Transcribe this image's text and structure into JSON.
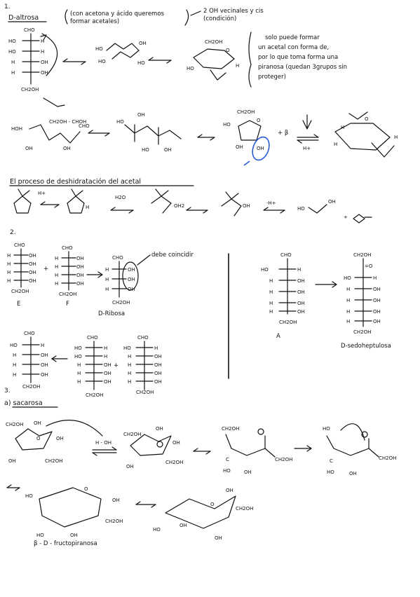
{
  "section1": {
    "number": "1.",
    "title": "D-altrosa",
    "reagent_note_line1": "(con acetona y ácido queremos",
    "reagent_note_line2": "formar acetales)",
    "condition_line1": "2 OH vecinales y cis",
    "condition_line2": "(condición)",
    "side_note": [
      "solo puede formar",
      "un acetal con forma de,",
      "por lo que toma forma una",
      "piranosa (quedan 3grupos sin",
      "proteger)"
    ],
    "fischer": {
      "top": "CHO",
      "rows": [
        [
          "HO",
          "H"
        ],
        [
          "HO",
          "H"
        ],
        [
          "H",
          "OH"
        ],
        [
          "H",
          "OH"
        ]
      ],
      "bottom": "CH2OH"
    },
    "ring_sub": {
      "ch2oh": "CH2OH",
      "ho": "HO",
      "oh": "OH",
      "o": "O",
      "h": "H"
    }
  },
  "section1b": {
    "chain_labels": {
      "hom": "HOH",
      "ch2oh_choh": "CH2OH - CHOH",
      "cho": "CHO",
      "oh": "OH",
      "ho": "HO"
    },
    "beta": "+ β",
    "acetone_h": "H+"
  },
  "dehydration": {
    "title": "El proceso de deshidratación del acetal",
    "labels": {
      "h_plus": "H+",
      "h2o": "H2O",
      "oh2": "OH2",
      "oh": "OH",
      "ho": "HO",
      "minus_h": "-H+",
      "plus": "+"
    }
  },
  "section2": {
    "number": "2.",
    "E": {
      "label": "E",
      "top": "CHO",
      "rows": [
        [
          "H",
          "OH"
        ],
        [
          "H",
          "OH"
        ],
        [
          "H",
          "OH"
        ],
        [
          "H",
          "OH"
        ]
      ],
      "bottom": "CH2OH"
    },
    "F": {
      "label": "F",
      "top": "CHO",
      "rows": [
        [
          "H",
          "OH"
        ],
        [
          "H",
          "OH"
        ],
        [
          "H",
          "OH"
        ],
        [
          "H",
          "OH"
        ]
      ],
      "bottom": "CH2OH"
    },
    "ribosa": {
      "label": "D-Ribosa",
      "top": "CHO",
      "rows": [
        [
          "H",
          "OH"
        ],
        [
          "H",
          "OH"
        ],
        [
          "H",
          "OH"
        ]
      ],
      "bottom": "CH2OH",
      "annotation": "debe coincidir"
    },
    "A": {
      "label": "A",
      "top": "CHO",
      "rows": [
        [
          "HO",
          "H"
        ],
        [
          "H",
          "OH"
        ],
        [
          "H",
          "OH"
        ],
        [
          "H",
          "OH"
        ],
        [
          "H",
          "OH"
        ]
      ],
      "bottom": "CH2OH"
    },
    "sedoheptulosa": {
      "label": "D-sedoheptulosa",
      "top": "CH2OH",
      "keto": "=O",
      "rows": [
        [
          "HO",
          "H"
        ],
        [
          "H",
          "OH"
        ],
        [
          "H",
          "OH"
        ],
        [
          "H",
          "OH"
        ],
        [
          "H",
          "OH"
        ]
      ],
      "bottom": "CH2OH"
    },
    "lower_left": {
      "top": "CHO",
      "rows": [
        [
          "HO",
          "H"
        ],
        [
          "H",
          "OH"
        ],
        [
          "H",
          "OH"
        ],
        [
          "H",
          "OH"
        ]
      ],
      "bottom": "CH2OH"
    },
    "lower_mid": {
      "top": "CHO",
      "rows": [
        [
          "HO",
          "H"
        ],
        [
          "HO",
          "H"
        ],
        [
          "H",
          "OH"
        ],
        [
          "H",
          "OH"
        ],
        [
          "H",
          "OH"
        ]
      ],
      "bottom": "CH2OH"
    },
    "lower_right": {
      "top": "CHO",
      "rows": [
        [
          "HO",
          "H"
        ],
        [
          "H",
          "OH"
        ],
        [
          "H",
          "OH"
        ],
        [
          "H",
          "OH"
        ],
        [
          "H",
          "OH"
        ]
      ],
      "bottom": "CH2OH"
    }
  },
  "section3": {
    "number": "3.",
    "sub": "a) sacarosa",
    "labels": {
      "ch2oh": "CH2OH",
      "oh": "OH",
      "ho": "HO",
      "o": "O",
      "h_oh": "H - OH",
      "c": "C",
      "o_plus": "O"
    },
    "product": "β - D - fructopiranosa"
  }
}
